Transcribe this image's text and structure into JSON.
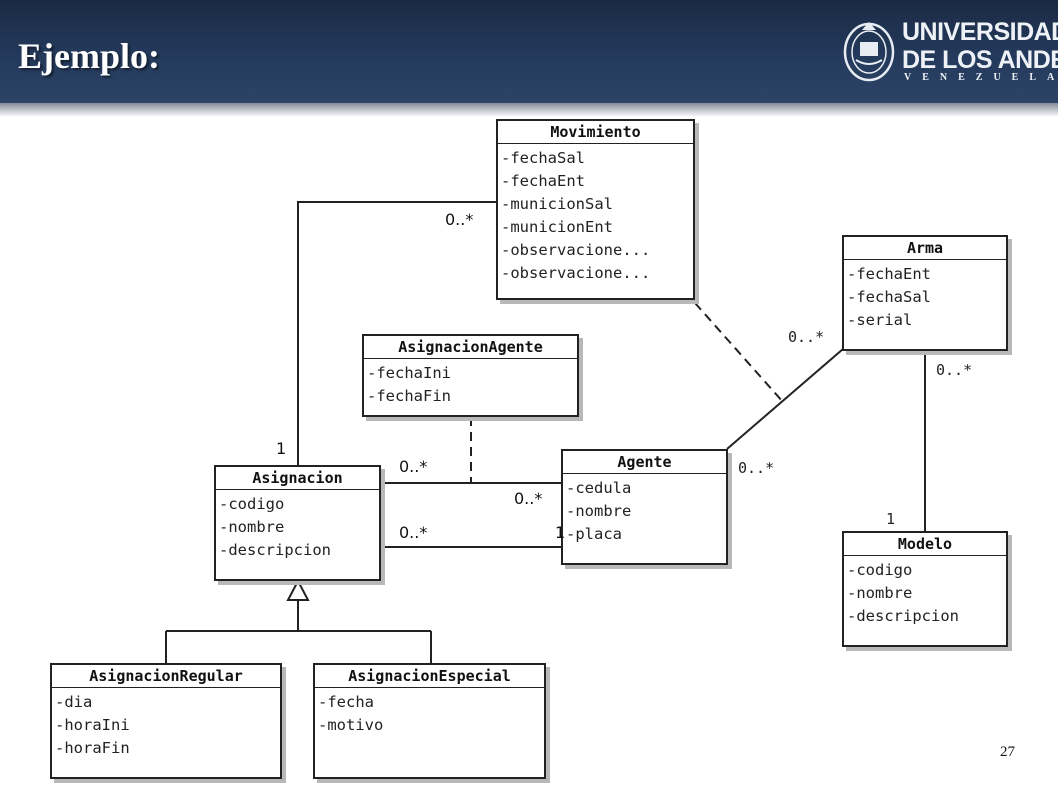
{
  "slide": {
    "title": "Ejemplo:",
    "page_number": "27",
    "logo": {
      "line1": "UNIVERSIDAD",
      "line2": "DE LOS ANDES",
      "line3": "VENEZUELA"
    }
  },
  "classes": {
    "movimiento": {
      "name": "Movimiento",
      "attrs": [
        "-fechaSal",
        "-fechaEnt",
        "-municionSal",
        "-municionEnt",
        "-observacione...",
        "-observacione..."
      ]
    },
    "arma": {
      "name": "Arma",
      "attrs": [
        "-fechaEnt",
        "-fechaSal",
        "-serial"
      ]
    },
    "asignacionAgente": {
      "name": "AsignacionAgente",
      "attrs": [
        "-fechaIni",
        "-fechaFin"
      ]
    },
    "asignacion": {
      "name": "Asignacion",
      "attrs": [
        "-codigo",
        "-nombre",
        "-descripcion"
      ]
    },
    "agente": {
      "name": "Agente",
      "attrs": [
        "-cedula",
        "-nombre",
        "-placa"
      ]
    },
    "modelo": {
      "name": "Modelo",
      "attrs": [
        "-codigo",
        "-nombre",
        "-descripcion"
      ]
    },
    "asignacionRegular": {
      "name": "AsignacionRegular",
      "attrs": [
        "-dia",
        "-horaIni",
        "-horaFin"
      ]
    },
    "asignacionEspecial": {
      "name": "AsignacionEspecial",
      "attrs": [
        "-fecha",
        "-motivo"
      ]
    }
  },
  "multiplicities": {
    "mov_asig": "0..*",
    "asig_mov": "1",
    "arma_mov": "0..*",
    "arma_modelo": "0..*",
    "agente_arma": "0..*",
    "modelo_arma": "1",
    "asig_agente_top": "0..*",
    "agente_asig_top": "0..*",
    "asig_agente_bottom": "0..*",
    "agente_asig_bottom": "1"
  }
}
